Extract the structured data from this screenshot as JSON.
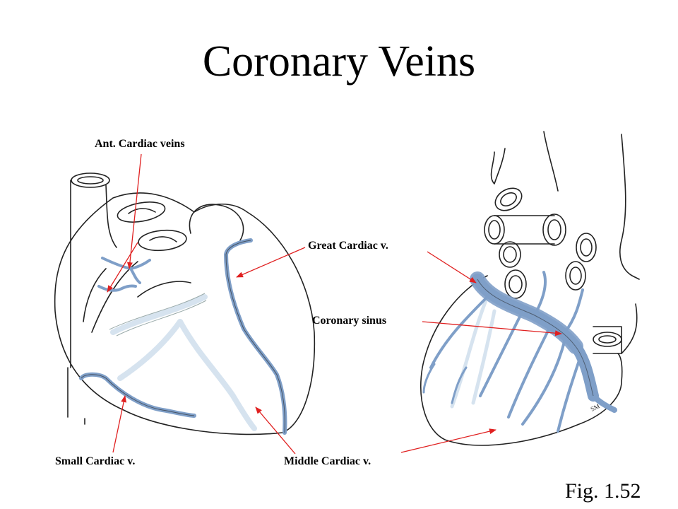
{
  "title": "Coronary Veins",
  "labels": {
    "ant_cardiac_veins": "Ant. Cardiac veins",
    "great_cardiac_v": "Great Cardiac v.",
    "coronary_sinus": "Coronary sinus",
    "small_cardiac_v": "Small Cardiac v.",
    "middle_cardiac_v": "Middle Cardiac v."
  },
  "figure_number": "Fig. 1.52",
  "artist_initials": "SM",
  "colors": {
    "vein_blue": "#7f9fc8",
    "vein_pale": "#d6e3ef",
    "leader_red": "#e02020",
    "outline": "#222222"
  }
}
